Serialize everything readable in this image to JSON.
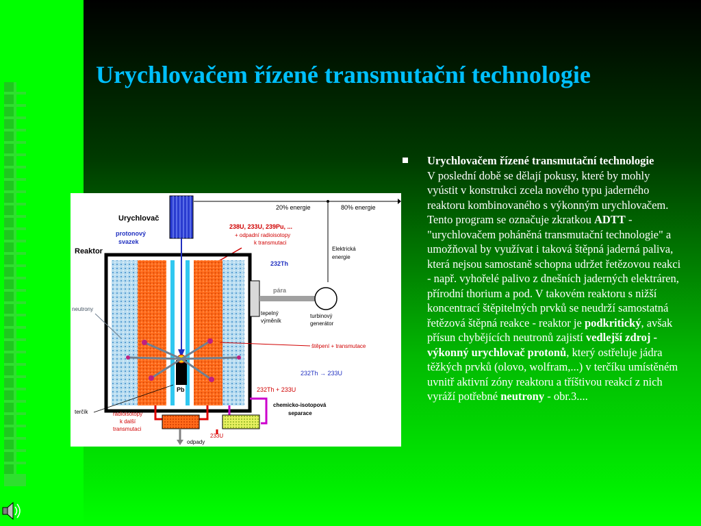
{
  "slide": {
    "title": "Urychlovačem řízené transmutační technologie",
    "bullet_heading": "Urychlovačem řízené transmutační technologie",
    "para": {
      "p1": "V poslední době se dělají pokusy, které by mohly vyústit v konstrukci zcela nového typu jaderného reaktoru kombinovaného s výkonným urychlovačem. Tento program se označuje zkratkou ",
      "b1": "ADTT",
      "p2": " - \"urychlovačem poháněná transmutační technologie\" a umožňoval by využívat i taková štěpná jaderná paliva, která nejsou samostaně schopna udržet řetězovou reakci - např. vyhořelé palivo z dnešních jaderných elektráren, přírodní thorium a pod. V takovém reaktoru s nižší koncentrací štěpitelných prvků se neudrží samostatná řetězová štěpná reakce - reaktor je ",
      "b2": "podkritický",
      "p3": ", avšak přísun chybějících neutronů zajistí ",
      "b3": "vedlejší zdroj - výkonný urychlovač protonů",
      "p4": ", který ostřeluje jádra těžkých prvků (olovo, wolfram,...) v terčíku umístěném uvnitř aktivní zóny reaktoru a tříštivou reakcí z nich vyráží potřebné ",
      "b4": "neutrony",
      "p5": " - obr.3...."
    }
  },
  "diagram": {
    "urychlovac": "Urychlovač",
    "protonovy": "protonový",
    "svazek": "svazek",
    "reaktor": "Reaktor",
    "energie20": "20% energie",
    "energie80": "80% energie",
    "isotopes": "238U, 233U, 239Pu, ...",
    "isotopes_note1": "+ odpadní radioisotopy",
    "isotopes_note2": "k transmutaci",
    "elektricka1": "Elektrická",
    "elektricka2": "energie",
    "th232": "232Th",
    "para": "pára",
    "neutrony": "neutrony",
    "tepelny1": "tepelný",
    "tepelny2": "výměník",
    "turbinovy1": "turbinový",
    "turbinovy2": "generátor",
    "stepeni": "štěpení + transmutace",
    "th_to_u": "232Th → 233U",
    "th_plus_u": "232Th + 233U",
    "pb": "Pb",
    "chemicko1": "chemicko-isotopová",
    "chemicko2": "separace",
    "tercik": "terčík",
    "radioisotopy1": "radioisotopy",
    "radioisotopy2": "k další",
    "radioisotopy3": "transmutaci",
    "u233": "233U",
    "odpady": "odpady"
  },
  "colors": {
    "title": "#00c0ff",
    "text": "#ffffff",
    "band": "#00ff00"
  },
  "icons": [
    "speaker-icon",
    "bullet-square-icon"
  ]
}
